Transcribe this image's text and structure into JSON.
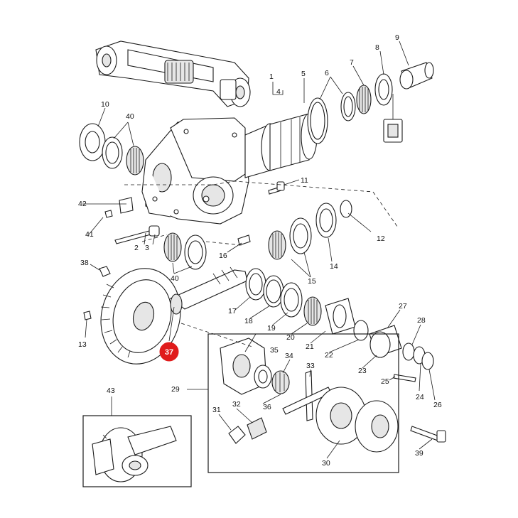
{
  "highlight": {
    "label": "37",
    "color": "#e01b1b"
  },
  "callouts": [
    "1",
    "2",
    "3",
    "4",
    "5",
    "6",
    "7",
    "8",
    "9",
    "10",
    "11",
    "12",
    "13",
    "14",
    "15",
    "16",
    "17",
    "18",
    "19",
    "20",
    "21",
    "22",
    "23",
    "24",
    "25",
    "26",
    "27",
    "28",
    "29",
    "30",
    "31",
    "32",
    "33",
    "34",
    "35",
    "36",
    "38",
    "39",
    "40",
    "40",
    "41",
    "42",
    "43"
  ]
}
